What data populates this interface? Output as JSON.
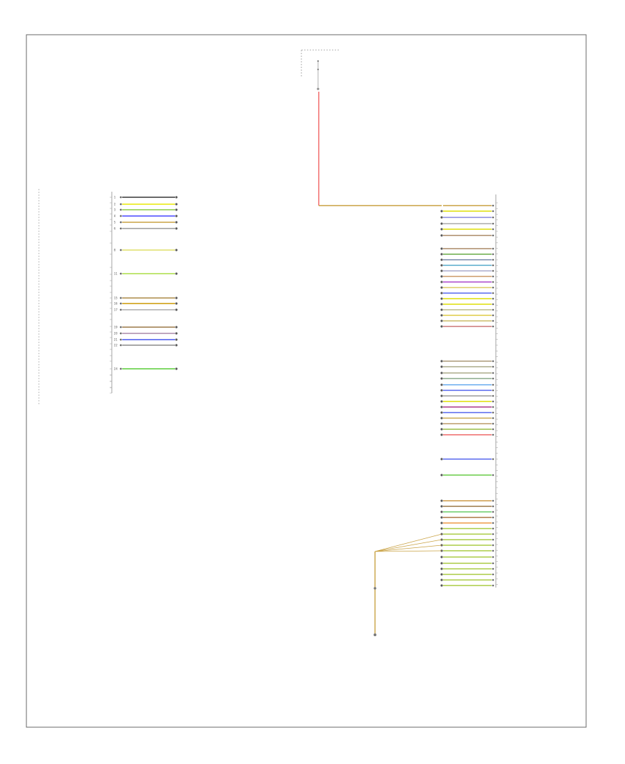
{
  "footer_code": "",
  "left_connector": {
    "caption_1": "",
    "caption_2": "",
    "bottom_id": "",
    "pins": [
      {
        "label": "",
        "code": "",
        "dest": "",
        "color": "#333333",
        "pin": "1"
      },
      {
        "label": "",
        "code": "",
        "dest": "",
        "color": "#e8e800",
        "pin": "2"
      },
      {
        "label": "",
        "code": "",
        "dest": "",
        "color": "#88cc44",
        "pin": "3"
      },
      {
        "label": "",
        "code": "",
        "dest": "",
        "color": "#4444ff",
        "pin": "4"
      },
      {
        "label": "",
        "code": "",
        "dest": "",
        "color": "#c8a040",
        "pin": "5"
      },
      {
        "label": "",
        "code": "",
        "dest": "",
        "color": "#999999",
        "pin": "6"
      },
      {
        "label": "",
        "code": "",
        "dest": "",
        "color": "#dddd66",
        "pin": "8"
      },
      {
        "label": "",
        "code": "",
        "dest": "",
        "color": "#aadd44",
        "pin": "11"
      },
      {
        "label": "",
        "code": "",
        "dest": "",
        "color": "#aa8844",
        "pin": "15"
      },
      {
        "label": "",
        "code": "",
        "dest": "",
        "color": "#cc9900",
        "pin": "16"
      },
      {
        "label": "",
        "code": "",
        "dest": "",
        "color": "#aaaaaa",
        "pin": "17"
      },
      {
        "label": "",
        "code": "",
        "dest": "",
        "color": "#997744",
        "pin": "19"
      },
      {
        "label": "",
        "code": "",
        "dest": "",
        "color": "#aa88aa",
        "pin": "20"
      },
      {
        "label": "",
        "code": "",
        "dest": "",
        "color": "#4455ee",
        "pin": "21"
      },
      {
        "label": "",
        "code": "",
        "dest": "",
        "color": "#888888",
        "pin": "22"
      },
      {
        "label": "",
        "code": "",
        "dest": "",
        "color": "#55cc33",
        "pin": "24"
      }
    ]
  },
  "right_connector": {
    "caption_1": "",
    "caption_2": "",
    "bottom_id": "",
    "pins": [
      {
        "label": "",
        "code": "",
        "dest": "",
        "color": "#c8a040"
      },
      {
        "label": "",
        "code": "",
        "dest": "",
        "color": "#dddd00"
      },
      {
        "label": "",
        "code": "",
        "dest": "",
        "color": "#8888dd"
      },
      {
        "label": "",
        "code": "",
        "dest": "",
        "color": "#aaaaaa"
      },
      {
        "label": "",
        "code": "",
        "dest": "",
        "color": "#dddd00"
      },
      {
        "label": "",
        "code": "",
        "dest": "",
        "color": "#aa8866"
      },
      {
        "label": "",
        "code": "",
        "dest": "",
        "color": "#aa8866"
      },
      {
        "label": "",
        "code": "",
        "dest": "",
        "color": "#66aa44"
      },
      {
        "label": "",
        "code": "",
        "dest": "",
        "color": "#7788aa"
      },
      {
        "label": "",
        "code": "",
        "dest": "",
        "color": "#55aacc"
      },
      {
        "label": "",
        "code": "",
        "dest": "",
        "color": "#aaaacc"
      },
      {
        "label": "",
        "code": "",
        "dest": "",
        "color": "#cc9966"
      },
      {
        "label": "",
        "code": "",
        "dest": "",
        "color": "#aa44cc"
      },
      {
        "label": "",
        "code": "",
        "dest": "",
        "color": "#ddcc66"
      },
      {
        "label": "",
        "code": "",
        "dest": "",
        "color": "#5566ee"
      },
      {
        "label": "",
        "code": "",
        "dest": "",
        "color": "#dddd00"
      },
      {
        "label": "",
        "code": "",
        "dest": "",
        "color": "#dddd00"
      },
      {
        "label": "",
        "code": "",
        "dest": "",
        "color": "#bbbb88"
      },
      {
        "label": "",
        "code": "",
        "dest": "",
        "color": "#ddcc44"
      },
      {
        "label": "",
        "code": "",
        "dest": "",
        "color": "#ccbb66"
      },
      {
        "label": "",
        "code": "",
        "dest": "",
        "color": "#cc7777"
      },
      {
        "label": "",
        "code": "",
        "dest": "",
        "color": "#aa9977"
      },
      {
        "label": "",
        "code": "",
        "dest": "",
        "color": "#aaaa88"
      },
      {
        "label": "",
        "code": "",
        "dest": "",
        "color": "#aaaa88"
      },
      {
        "label": "",
        "code": "",
        "dest": "",
        "color": "#88aa88"
      },
      {
        "label": "",
        "code": "",
        "dest": "",
        "color": "#66aaee"
      },
      {
        "label": "",
        "code": "",
        "dest": "",
        "color": "#5566ee"
      },
      {
        "label": "",
        "code": "",
        "dest": "",
        "color": "#999999"
      },
      {
        "label": "",
        "code": "",
        "dest": "",
        "color": "#dddd00"
      },
      {
        "label": "",
        "code": "",
        "dest": "",
        "color": "#aa3388"
      },
      {
        "label": "",
        "code": "",
        "dest": "",
        "color": "#5566ee"
      },
      {
        "label": "",
        "code": "",
        "dest": "",
        "color": "#ccaa55"
      },
      {
        "label": "",
        "code": "",
        "dest": "",
        "color": "#bb9966"
      },
      {
        "label": "",
        "code": "",
        "dest": "",
        "color": "#99bb44"
      },
      {
        "label": "",
        "code": "",
        "dest": "",
        "color": "#ee6666"
      },
      {
        "label": "",
        "code": "",
        "dest": "",
        "color": "#5566ee"
      },
      {
        "label": "",
        "code": "",
        "dest": "",
        "color": "#66cc44"
      },
      {
        "label": "",
        "code": "",
        "dest": "",
        "color": "#cc9944"
      },
      {
        "label": "",
        "code": "",
        "dest": "",
        "color": "#997744"
      },
      {
        "label": "",
        "code": "",
        "dest": "",
        "color": "#66cc66"
      },
      {
        "label": "",
        "code": "",
        "dest": "",
        "color": "#aa7744"
      },
      {
        "label": "",
        "code": "",
        "dest": "",
        "color": "#ee9944"
      },
      {
        "label": "",
        "code": "",
        "dest": "",
        "color": "#aacc44"
      }
    ]
  },
  "top_fuse": {
    "label_1": "",
    "label_2": "",
    "label_3": "",
    "label_4": "",
    "label_5": "",
    "pin_code": "",
    "wire_code": "",
    "wire_color": "#ee4444"
  },
  "ground": {
    "wire_code": "",
    "label_1": "",
    "label_2": "",
    "label_3": ""
  }
}
